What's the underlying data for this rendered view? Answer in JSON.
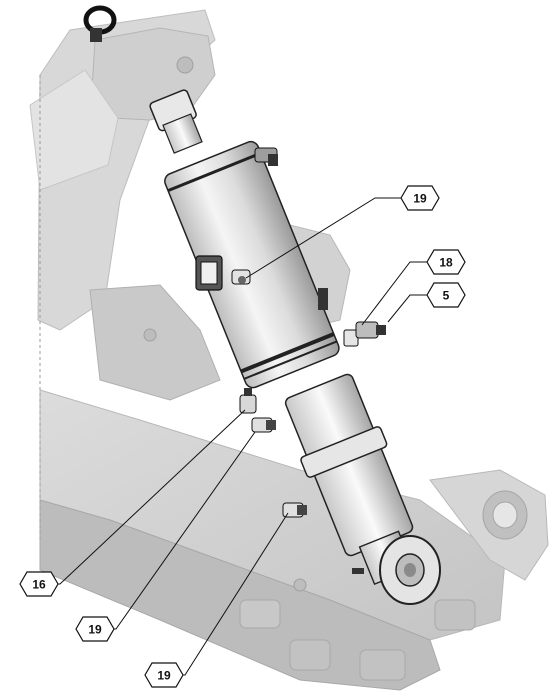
{
  "diagram": {
    "callouts": [
      {
        "label": "19"
      },
      {
        "label": "18"
      },
      {
        "label": "5"
      },
      {
        "label": "16"
      },
      {
        "label": "19"
      },
      {
        "label": "19"
      }
    ]
  }
}
